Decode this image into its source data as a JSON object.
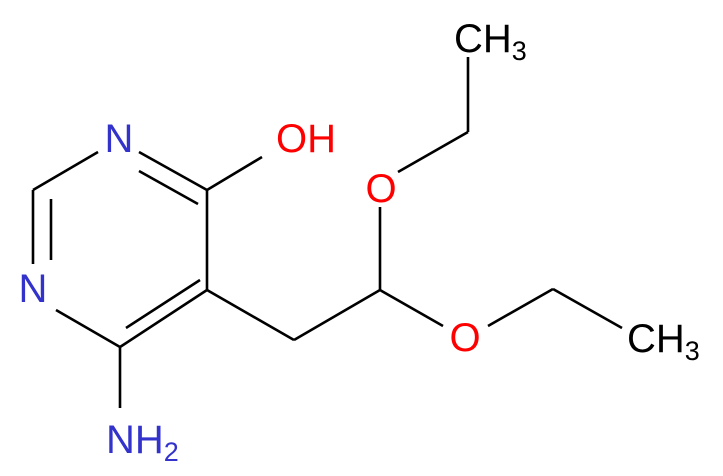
{
  "molecule": {
    "labels": {
      "n_top": "N",
      "n_left": "N",
      "oh": "OH",
      "nh2_main": "NH",
      "nh2_sub": "2",
      "o_upper": "O",
      "o_lower": "O",
      "ch3_top_main": "CH",
      "ch3_top_sub": "3",
      "ch3_right_main": "CH",
      "ch3_right_sub": "3"
    },
    "colors": {
      "bond": "#000000",
      "nitrogen": "#3333cc",
      "oxygen": "#ff0000",
      "carbon_label": "#000000"
    }
  }
}
